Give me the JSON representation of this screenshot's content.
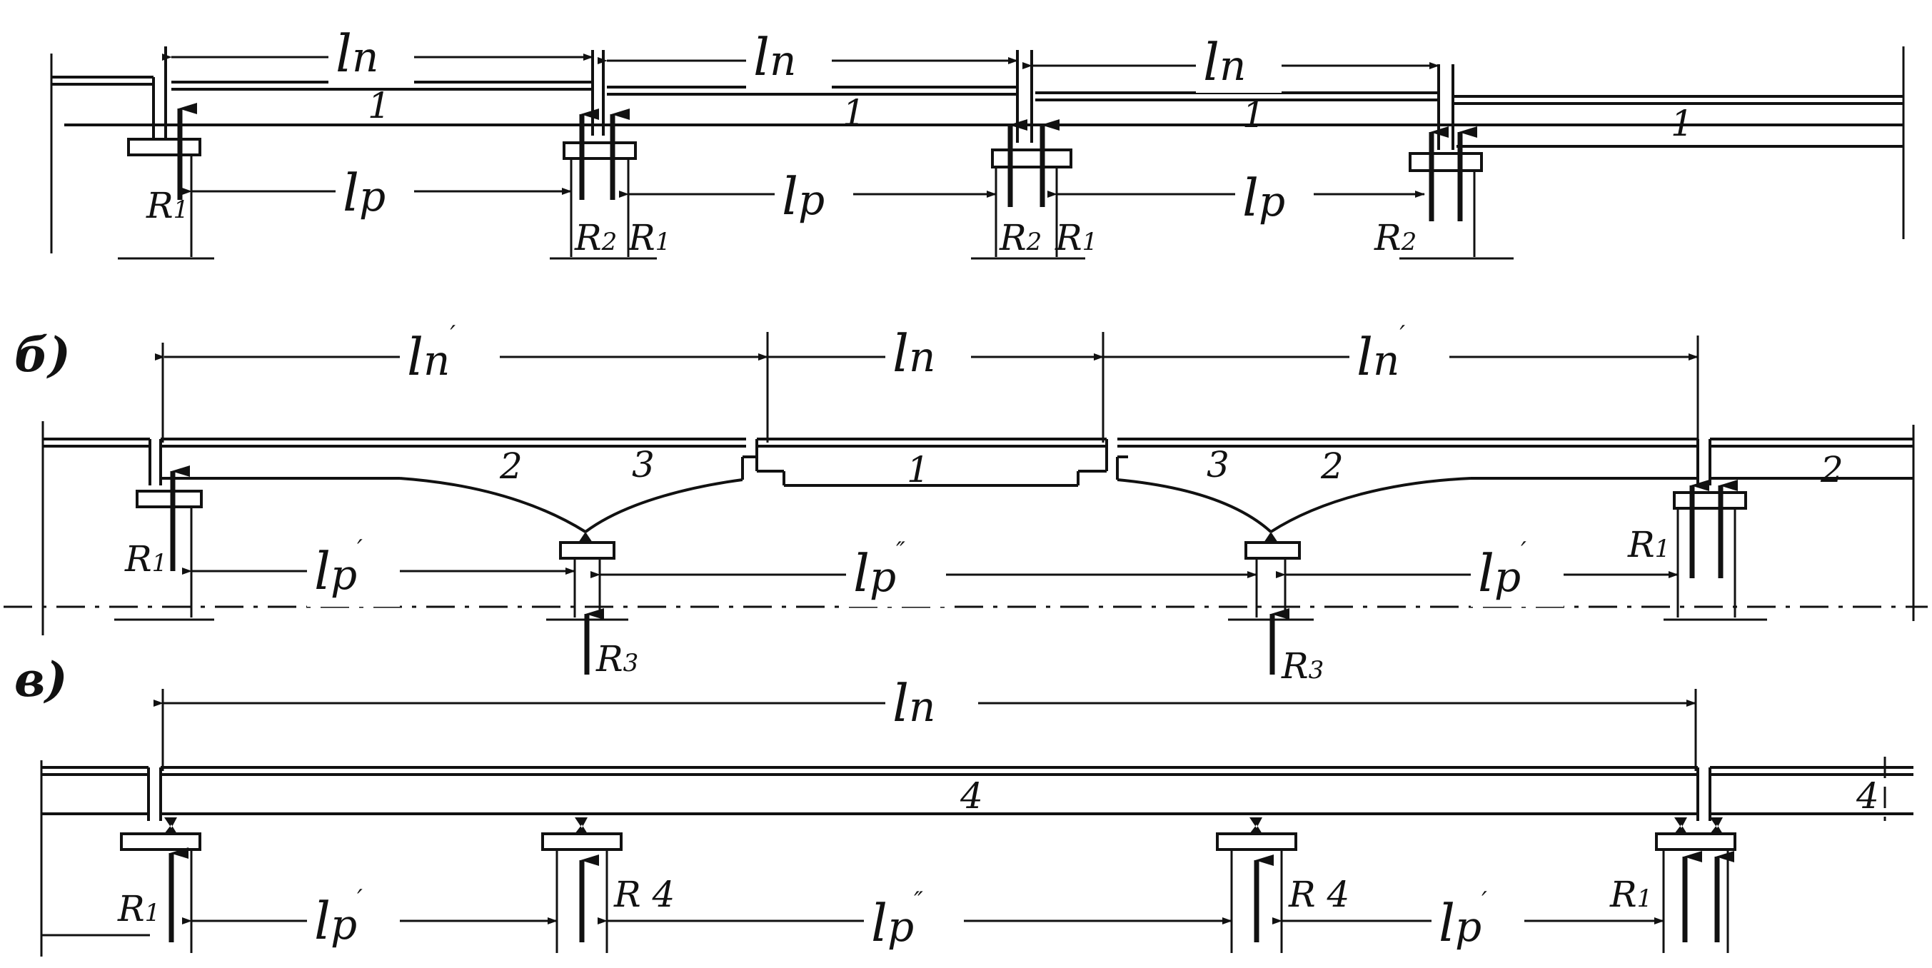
{
  "panels": {
    "a": {
      "panel_label": "",
      "span_label": "l",
      "span_sub": "п",
      "design_label": "l",
      "design_sub": "p",
      "beam_number": "1",
      "reaction_left": "R",
      "reaction_left_sub": "1",
      "reaction_right": "R",
      "reaction_right_sub": "2"
    },
    "b": {
      "panel_label": "б)",
      "span_label": "l",
      "span_sub": "п",
      "span_prime_sub": "п",
      "design_label": "l",
      "design_sub": "p",
      "beam_numbers": [
        "2",
        "3",
        "1",
        "3",
        "2",
        "2"
      ],
      "reaction_end": "R",
      "reaction_end_sub": "1",
      "reaction_mid": "R",
      "reaction_mid_sub": "3"
    },
    "c": {
      "panel_label": "в)",
      "span_label": "l",
      "span_sub": "п",
      "design_label": "l",
      "design_sub": "p",
      "beam_number": "4",
      "reaction_end": "R",
      "reaction_end_sub": "1",
      "reaction_mid": "R 4"
    }
  }
}
